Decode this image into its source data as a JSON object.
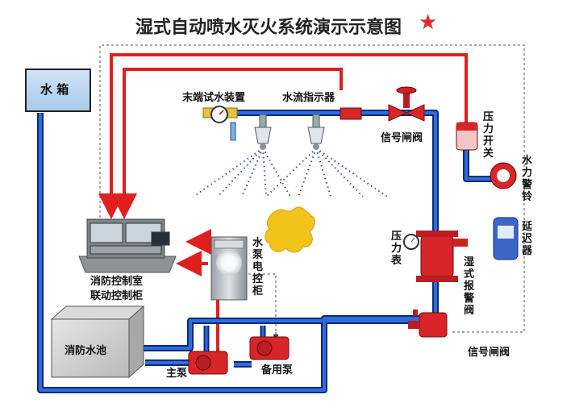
{
  "title": "湿式自动喷水灭火系统演示示意图",
  "title_mark": "★",
  "labels": {
    "water_tank": "水 箱",
    "end_test_device": "末端试水装置",
    "water_flow_indicator": "水流指示器",
    "signal_valve_top": "信号闸阀",
    "pressure_switch": "压力开关",
    "water_motor_alarm_bell": "水力警铃",
    "delay_device": "延迟器",
    "pressure_gauge": "压力表",
    "wet_alarm_valve": "湿式报警阀",
    "signal_valve_bottom": "信号闸阀",
    "pump_control_cabinet": "水泵电控柜",
    "control_room_line1": "消防控制室",
    "control_room_line2": "联动控制柜",
    "fire_pool": "消防水池",
    "main_pump": "主泵",
    "standby_pump": "备用泵"
  },
  "colors": {
    "supply_pipe": "#1f52b8",
    "pipe_outline": "#0a2a78",
    "signal_line": "#e01f1f",
    "fire": "#f3c31b",
    "valve": "#d8252a"
  }
}
